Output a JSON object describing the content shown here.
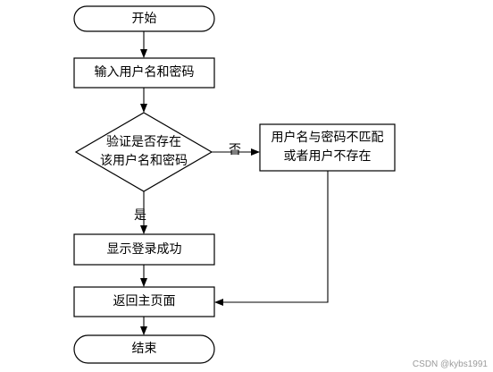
{
  "nodes": {
    "start": "开始",
    "input": "输入用户名和密码",
    "check_line1": "验证是否存在",
    "check_line2": "该用户名和密码",
    "error_line1": "用户名与密码不匹配",
    "error_line2": "或者用户不存在",
    "success": "显示登录成功",
    "home": "返回主页面",
    "end": "结束"
  },
  "edges": {
    "no": "否",
    "yes": "是"
  },
  "watermark": "CSDN @kybs1991"
}
